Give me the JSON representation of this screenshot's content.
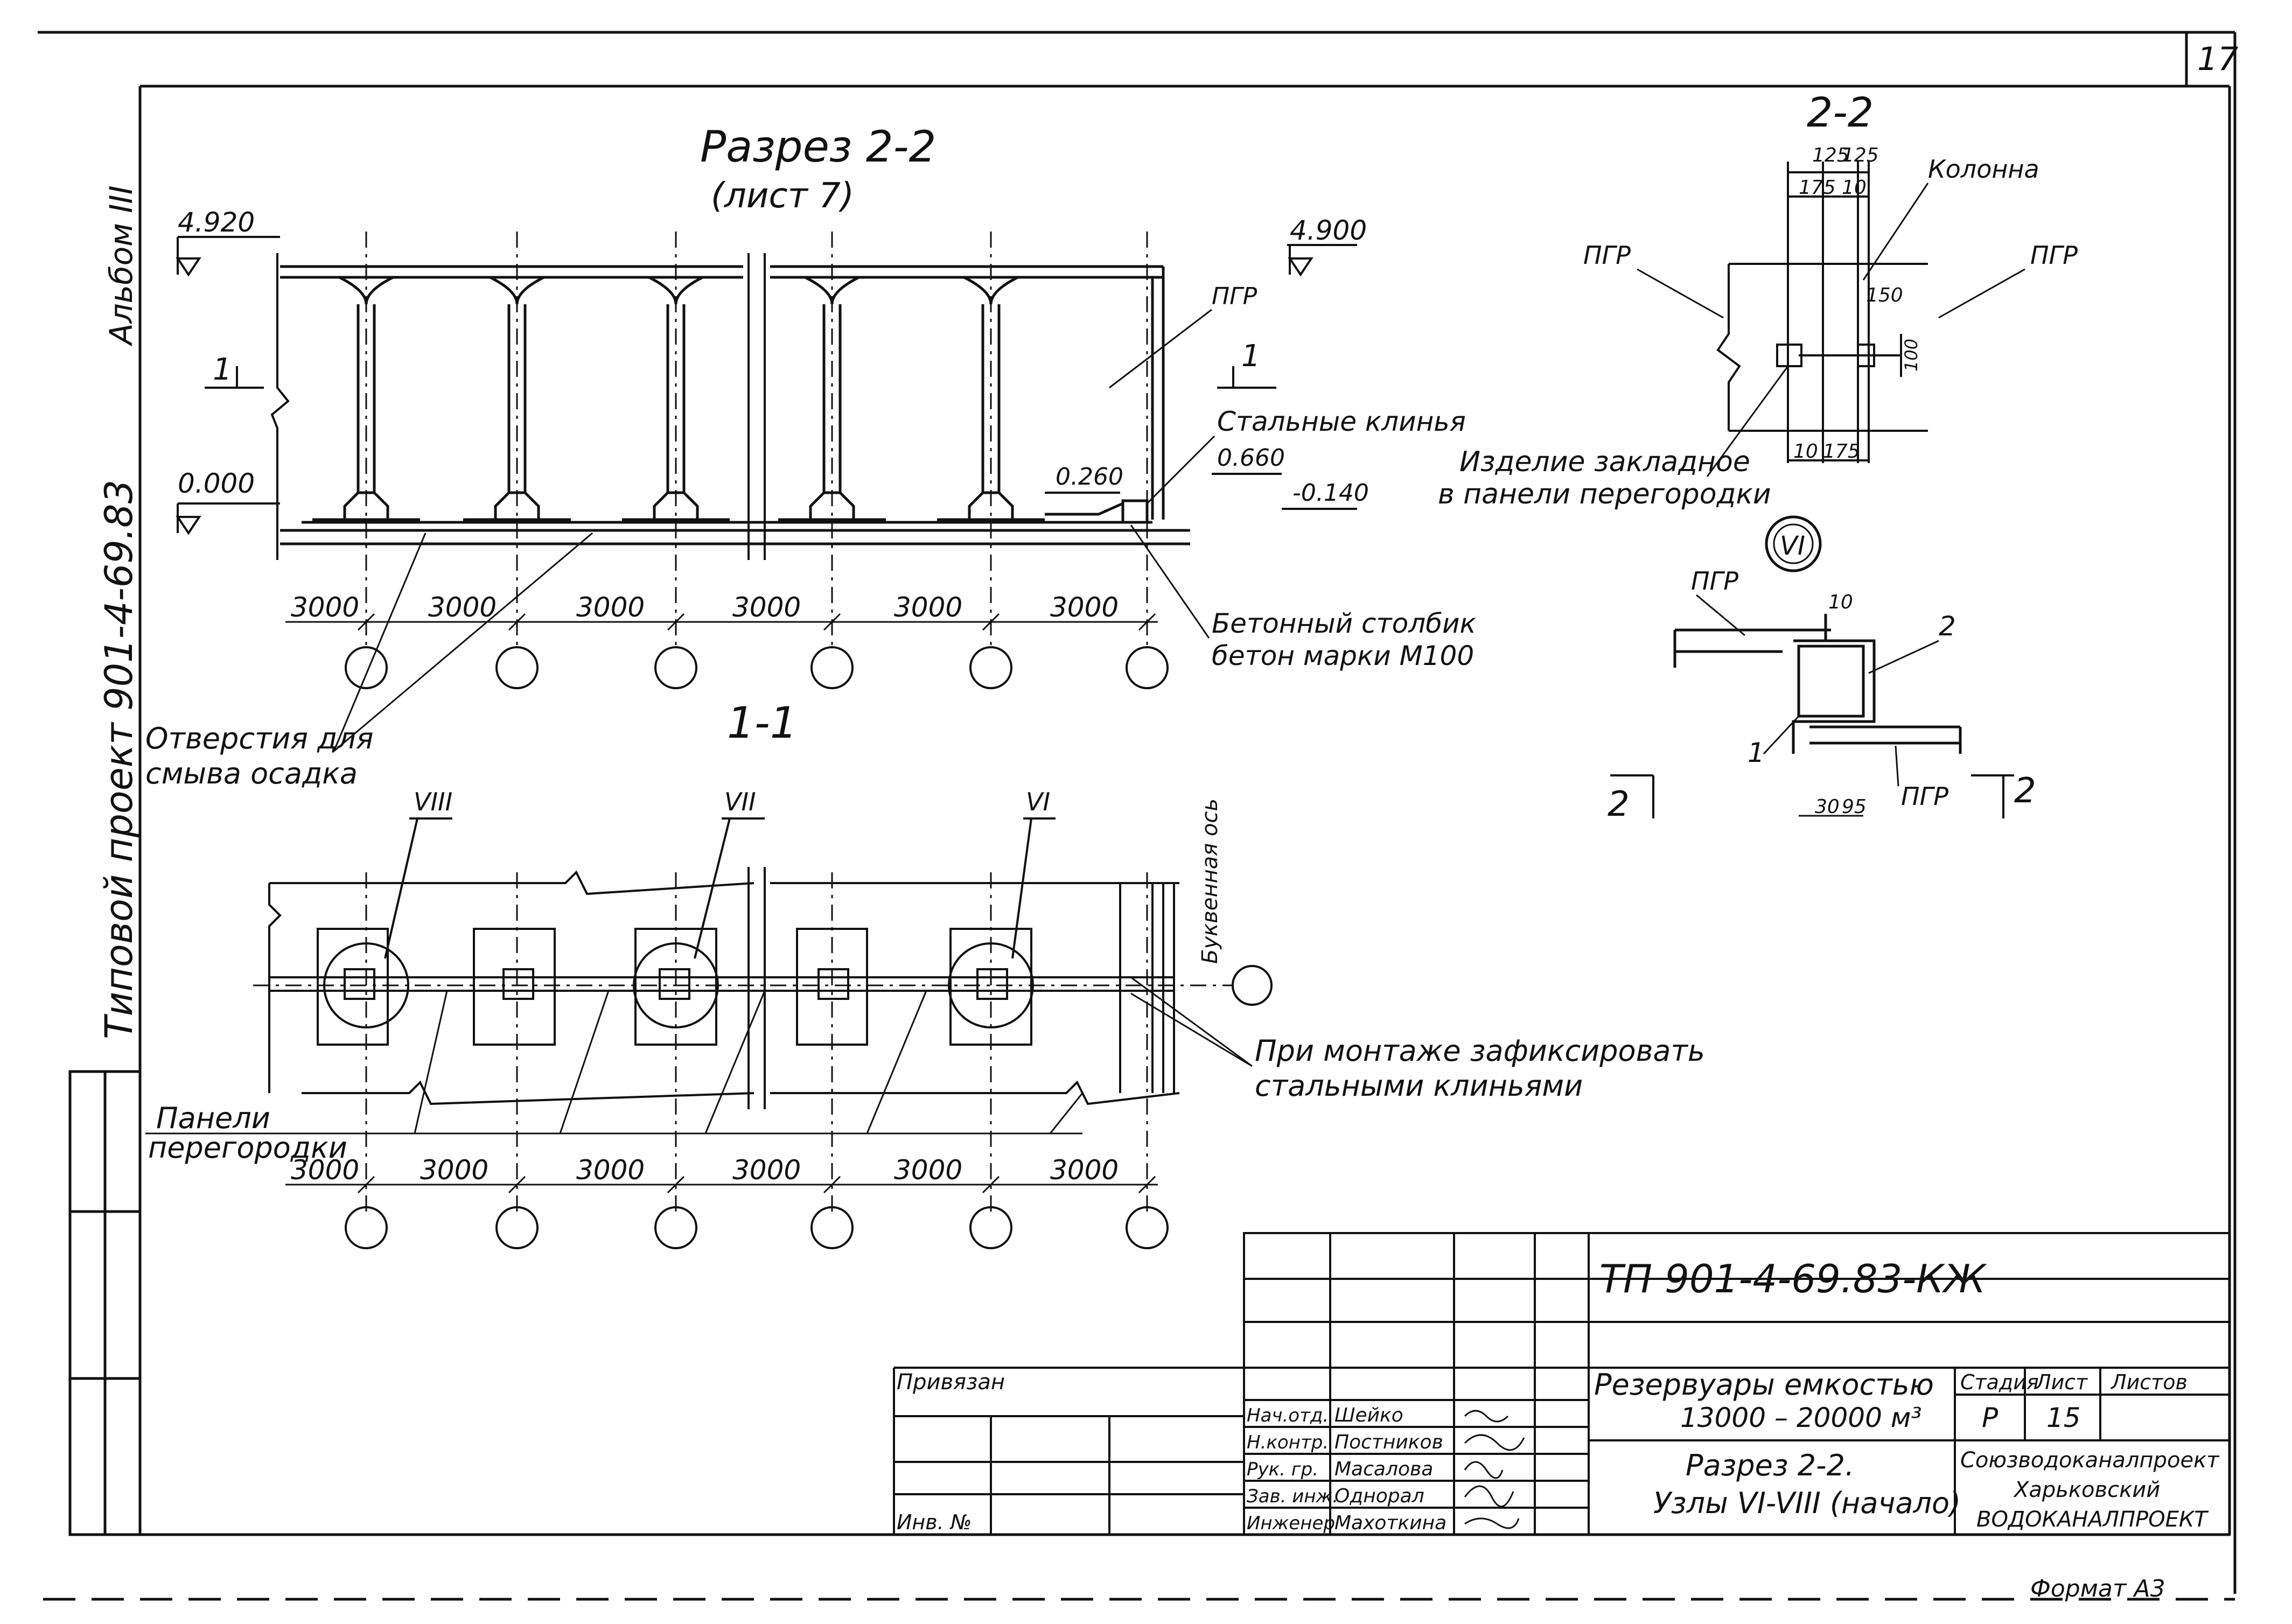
{
  "sheet": {
    "page_number": "17",
    "album": "Альбом III",
    "project": "Типовой проект 901-4-69.83",
    "format": "Формат А3"
  },
  "section22": {
    "title": "Разрез 2-2",
    "ref": "(лист 7)",
    "elev_top_left": "4.920",
    "elev_top_right": "4.900",
    "elev_zero": "0.000",
    "elev_0260": "0.260",
    "elev_0660": "0.660",
    "elev_m0140": "-0.140",
    "cut_mark": "1",
    "pgr": "ПГР",
    "steel_wedges": "Стальные клинья",
    "concrete_post_1": "Бетонный столбик",
    "concrete_post_2": "бетон марки М100",
    "holes_1": "Отверстия для",
    "holes_2": "смыва осадка",
    "spans": [
      "3000",
      "3000",
      "3000",
      "3000",
      "3000",
      "3000"
    ]
  },
  "plan11": {
    "title": "1-1",
    "node_marks": [
      "VIII",
      "VII",
      "VI"
    ],
    "letter_axis": "Буквенная ось",
    "fix_1": "При монтаже зафиксировать",
    "fix_2": "стальными клиньями",
    "panels_1": "Панели",
    "panels_2": "перегородки",
    "spans": [
      "3000",
      "3000",
      "3000",
      "3000",
      "3000",
      "3000"
    ]
  },
  "detail22": {
    "title": "2-2",
    "dims_top": [
      "125",
      "125"
    ],
    "dim_175": "175",
    "dim_10": "10",
    "dim_150": "150",
    "dim_100": "100",
    "dim_10b": "10",
    "dim_175b": "175",
    "column": "Колонна",
    "pgr_left": "ПГР",
    "pgr_right": "ПГР",
    "embedded_1": "Изделие закладное",
    "embedded_2": "в панели перегородки"
  },
  "detailVI": {
    "mark": "VI",
    "pgr_top": "ПГР",
    "pgr_bottom": "ПГР",
    "dim_10": "10",
    "dim_30": "30",
    "dim_95": "95",
    "label_1": "1",
    "label_2": "2",
    "cut_left": "2",
    "cut_right": "2"
  },
  "title_block": {
    "code": "ТП 901-4-69.83-КЖ",
    "privyazan": "Привязан",
    "inv": "Инв. №",
    "roles": [
      "Нач.отд.",
      "Н.контр.",
      "Рук. гр.",
      "Зав. инж.",
      "Инженер"
    ],
    "names": [
      "Шейко",
      "Постников",
      "Масалова",
      "Однорал",
      "Махоткина"
    ],
    "project_name_1": "Резервуары емкостью",
    "project_name_2": "13000 – 20000 м³",
    "sheet_name_1": "Разрез 2-2.",
    "sheet_name_2": "Узлы VI-VIII (начало)",
    "stage_h": "Стадия",
    "sheet_h": "Лист",
    "sheets_h": "Листов",
    "stage": "Р",
    "sheet": "15",
    "org_1": "Союзводоканалпроект",
    "org_2": "Харьковский",
    "org_3": "ВОДОКАНАЛПРОЕКТ"
  }
}
